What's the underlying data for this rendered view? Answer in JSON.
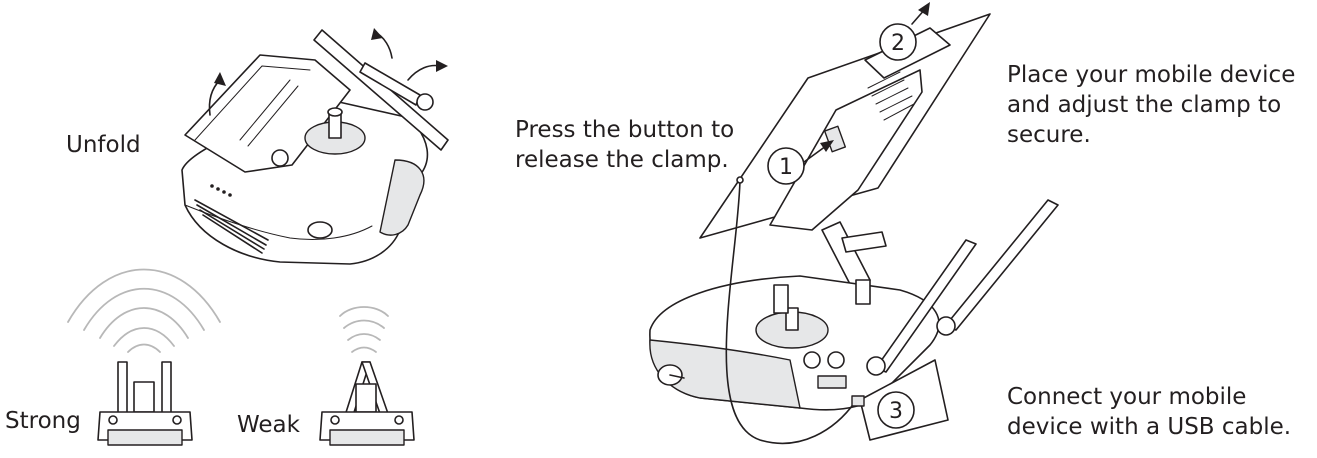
{
  "labels": {
    "unfold": "Unfold",
    "press_button": [
      "Press the button to",
      "release the clamp."
    ],
    "place_device": [
      "Place your mobile device",
      "and adjust the clamp to",
      "secure."
    ],
    "connect_usb": [
      "Connect your mobile",
      "device with a USB cable."
    ],
    "strong": "Strong",
    "weak": "Weak"
  },
  "steps": [
    "1",
    "2",
    "3"
  ],
  "colors": {
    "line": "#231f20",
    "panel_fill": "#e6e7e8",
    "signal_waves": "#b8b8b8"
  }
}
